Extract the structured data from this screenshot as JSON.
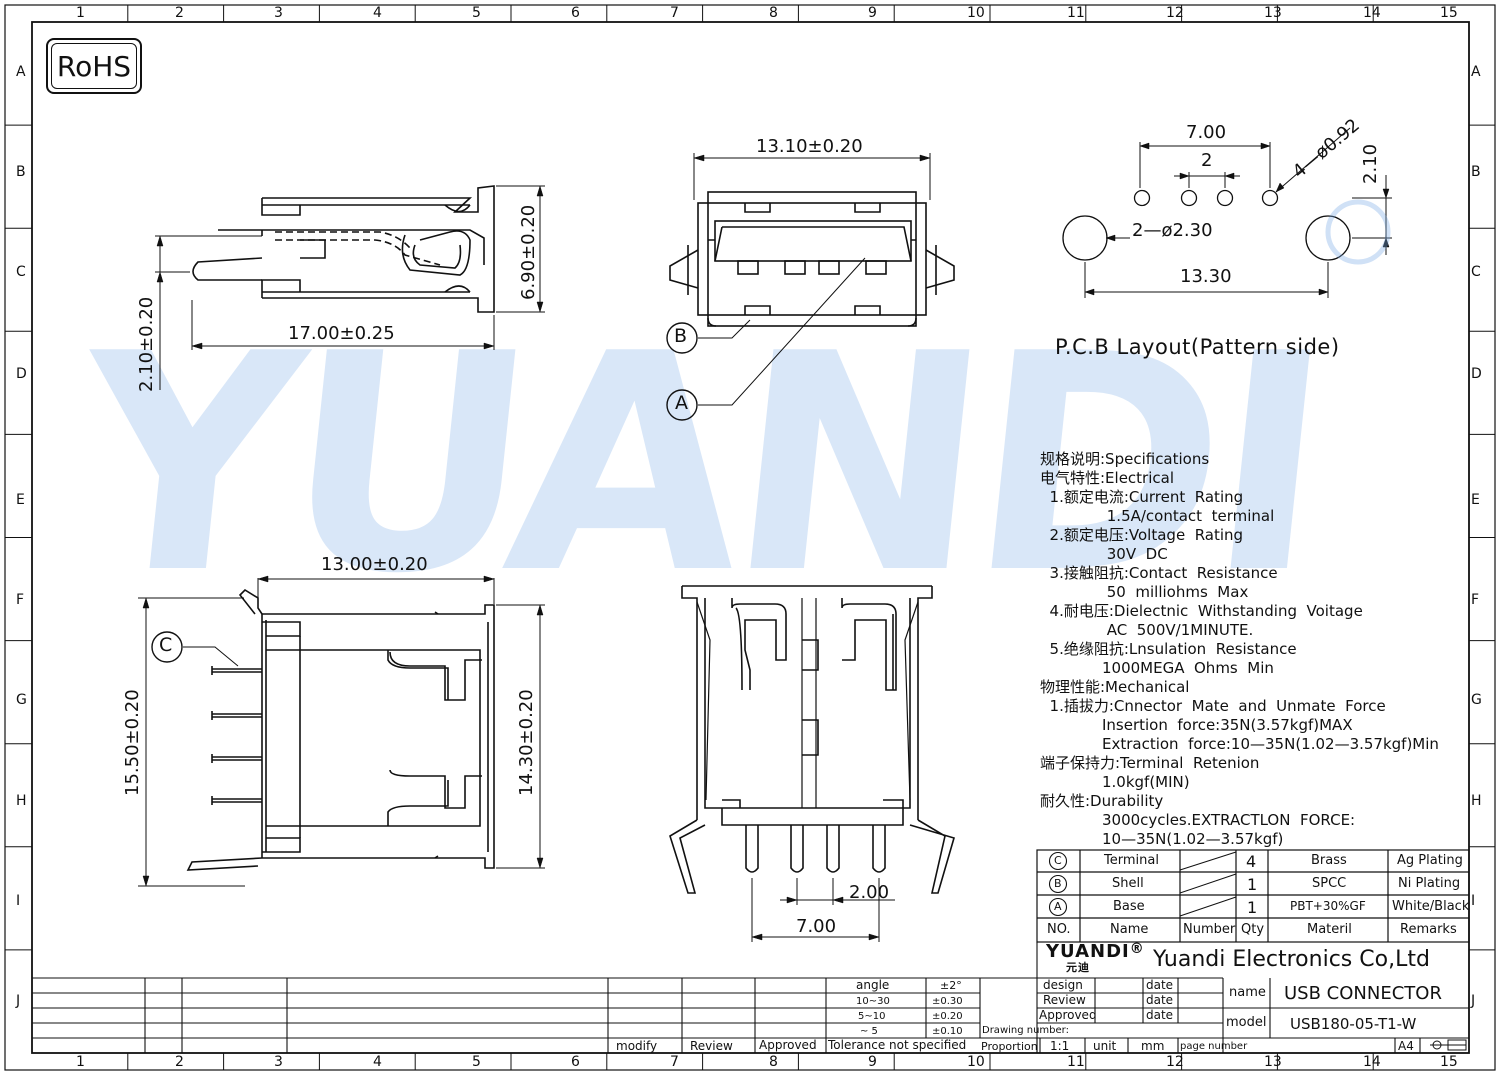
{
  "grid": {
    "columns": [
      "1",
      "2",
      "3",
      "4",
      "5",
      "6",
      "7",
      "8",
      "9",
      "10",
      "11",
      "12",
      "13",
      "14",
      "15"
    ],
    "rows": [
      "A",
      "B",
      "C",
      "D",
      "E",
      "F",
      "G",
      "H",
      "I",
      "J"
    ]
  },
  "badge": {
    "rohs": "RoHS"
  },
  "watermark": {
    "text": "YUANDI",
    "registered": "®"
  },
  "views": {
    "side": {
      "length": "17.00±0.25",
      "height": "6.90±0.20",
      "pin_offset": "2.10±0.20"
    },
    "front": {
      "width": "13.10±0.20",
      "callout_a": "A",
      "callout_b": "B"
    },
    "top": {
      "width": "13.00±0.20",
      "outer_height": "15.50±0.20",
      "inner_height": "14.30±0.20",
      "callout_c": "C"
    },
    "bottom": {
      "pin_pitch": "2.00",
      "pin_span": "7.00"
    },
    "pcb": {
      "title": "P.C.B  Layout(Pattern  side)",
      "pad_span": "7.00",
      "pad_pitch": "2",
      "pad_hole": "4—ø0.92",
      "offset": "2.10",
      "mount_hole": "2—ø2.30",
      "mount_span": "13.30"
    }
  },
  "specs": [
    "规格说明:Specifications",
    "电气特性:Electrical",
    "  1.额定电流:Current  Rating",
    "              1.5A/contact  terminal",
    "  2.额定电压:Voltage  Rating",
    "              30V  DC",
    "  3.接触阻抗:Contact  Resistance",
    "              50  milliohms  Max",
    "  4.耐电压:Dielectnic  Withstanding  Voitage",
    "              AC  500V/1MINUTE.",
    "  5.绝缘阻抗:Lnsulation  Resistance",
    "             1000MEGA  Ohms  Min",
    "物理性能:Mechanical",
    "  1.插拔力:Cnnector  Mate  and  Unmate  Force",
    "             Insertion  force:35N(3.57kgf)MAX",
    "             Extraction  force:10—35N(1.02—3.57kgf)Min",
    "端子保持力:Terminal  Retenion",
    "             1.0kgf(MIN)",
    "耐久性:Durability",
    "             3000cycles.EXTRACTLON  FORCE:",
    "             10—35N(1.02—3.57kgf)"
  ],
  "bom": {
    "headers": {
      "no": "NO.",
      "name": "Name",
      "number": "Number",
      "qty": "Qty",
      "material": "Materil",
      "remarks": "Remarks"
    },
    "rows": [
      {
        "no": "C",
        "name": "Terminal",
        "qty": "4",
        "material": "Brass",
        "remarks": "Ag  Plating"
      },
      {
        "no": "B",
        "name": "Shell",
        "qty": "1",
        "material": "SPCC",
        "remarks": "Ni  Plating"
      },
      {
        "no": "A",
        "name": "Base",
        "qty": "1",
        "material": "PBT+30%GF",
        "remarks": "White/Black"
      }
    ]
  },
  "title_block": {
    "logo": "YUANDI",
    "logo_sub": "元迪",
    "company": "Yuandi Electronics Co,Ltd",
    "design_label": "design",
    "review_label": "Review",
    "approved_label": "Approved",
    "date_label": "date",
    "drawing_number_label": "Drawing  number:",
    "proportion_label": "Proportion",
    "proportion_value": "1:1",
    "unit_label": "unit",
    "unit_value": "mm",
    "page_number_label": "page  number",
    "name_label": "name",
    "name_value": "USB  CONNECTOR",
    "model_label": "model",
    "model_value": "USB180-05-T1-W",
    "paper_size": "A4",
    "modify_label": "modify",
    "review_col_label": "Review",
    "approved_col_label": "Approved",
    "tolerance_label": "Tolerance  not  specified",
    "tolerance_rows": [
      {
        "range": "angle",
        "value": "±2°"
      },
      {
        "range": "10~30",
        "value": "±0.30"
      },
      {
        "range": "5~10",
        "value": "±0.20"
      },
      {
        "range": "~ 5",
        "value": "±0.10"
      }
    ]
  }
}
